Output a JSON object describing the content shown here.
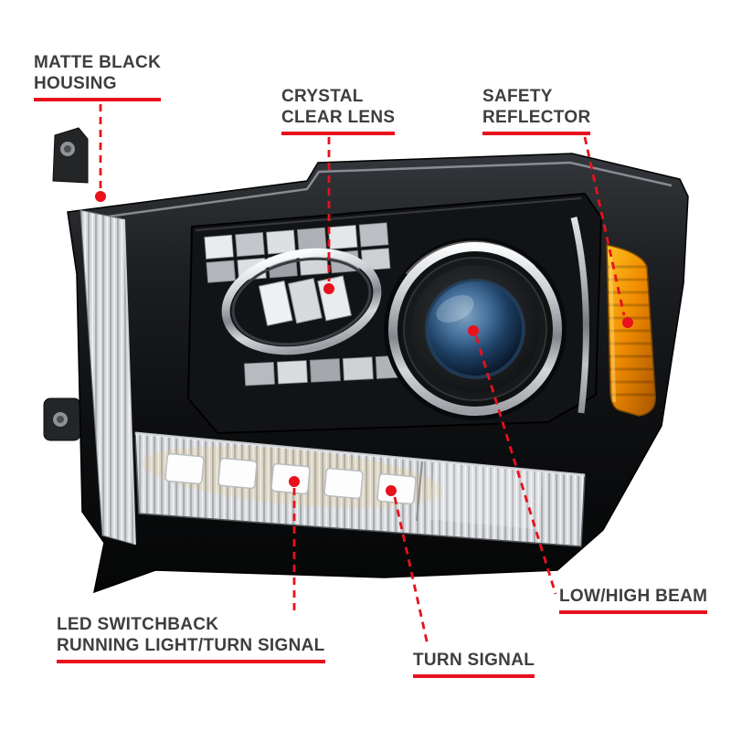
{
  "colors": {
    "background": "#ffffff",
    "accent_red": "#e8111c",
    "label_text": "#3e3e40",
    "amber": "#f59e00",
    "housing_black": "#141518"
  },
  "callouts": {
    "housing": {
      "line1": "MATTE BLACK",
      "line2": "HOUSING"
    },
    "lens": {
      "line1": "CRYSTAL",
      "line2": "CLEAR LENS"
    },
    "reflector": {
      "line1": "SAFETY",
      "line2": "REFLECTOR"
    },
    "beam": {
      "label": "LOW/HIGH BEAM"
    },
    "turn": {
      "label": "TURN SIGNAL"
    },
    "led": {
      "line1": "LED SWITCHBACK",
      "line2": "RUNNING LIGHT/TURN SIGNAL"
    }
  }
}
